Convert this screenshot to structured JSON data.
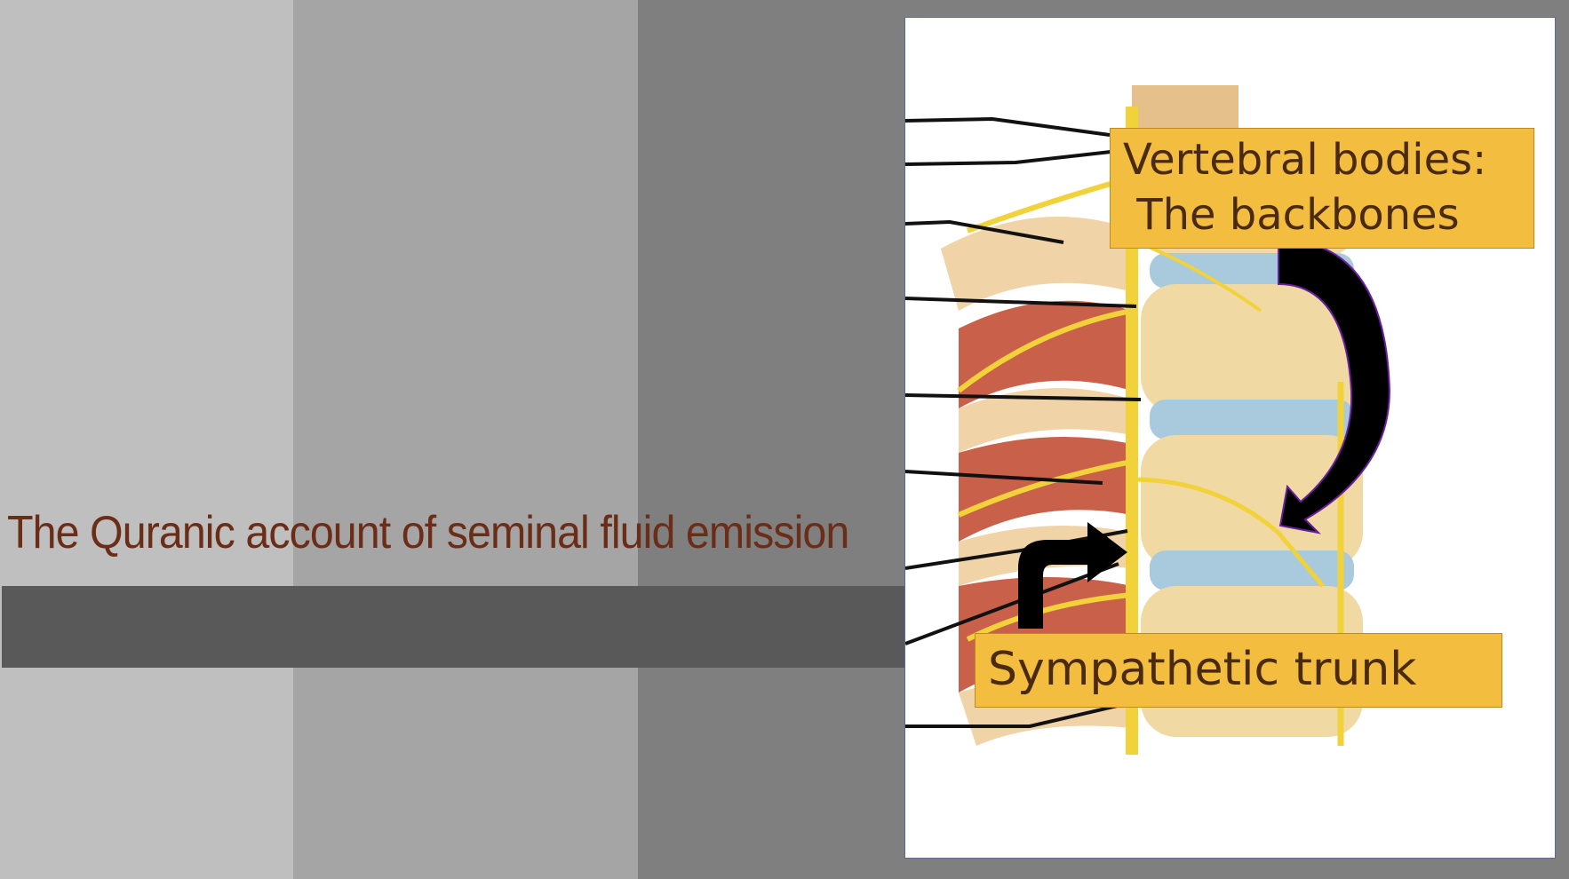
{
  "slide": {
    "title": "The Quranic account of seminal fluid emission"
  },
  "figure": {
    "callouts": {
      "vertebral_line1": "Vertebral bodies:",
      "vertebral_line2": " The backbones",
      "sympathetic": "Sympathetic trunk"
    },
    "icons": [
      "curved-arrow-icon",
      "bent-arrow-icon"
    ]
  },
  "colors": {
    "title_text": "#6b2d17",
    "callout_fill": "#f3be3f",
    "callout_text": "#4a2a10",
    "nerve": "#f2d23a",
    "bone": "#f1d9a4",
    "disc": "#a9c9dd",
    "muscle": "#c9614a"
  }
}
